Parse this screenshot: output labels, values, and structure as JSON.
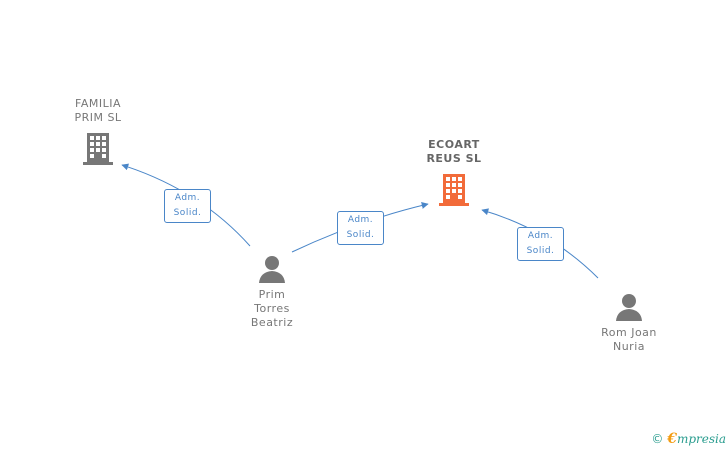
{
  "companies": [
    {
      "id": "familia",
      "label": "FAMILIA\nPRIM SL",
      "color": "#777777",
      "icon": "building-icon",
      "highlight": false
    },
    {
      "id": "ecoart",
      "label": "ECOART\nREUS SL",
      "color": "#f26b3a",
      "icon": "building-icon",
      "highlight": true
    }
  ],
  "people": [
    {
      "id": "prim",
      "label": "Prim\nTorres\nBeatriz",
      "icon": "person-icon"
    },
    {
      "id": "rom",
      "label": "Rom Joan\nNuria",
      "icon": "person-icon"
    }
  ],
  "relations": [
    {
      "from": "prim",
      "to": "familia",
      "label": "Adm.\nSolid."
    },
    {
      "from": "prim",
      "to": "ecoart",
      "label": "Adm.\nSolid."
    },
    {
      "from": "rom",
      "to": "ecoart",
      "label": "Adm.\nSolid."
    }
  ],
  "colors": {
    "edge": "#4a86c8",
    "person": "#777777"
  },
  "footer": {
    "copyright": "©",
    "brand_first": "€",
    "brand_rest": "mpresia"
  }
}
